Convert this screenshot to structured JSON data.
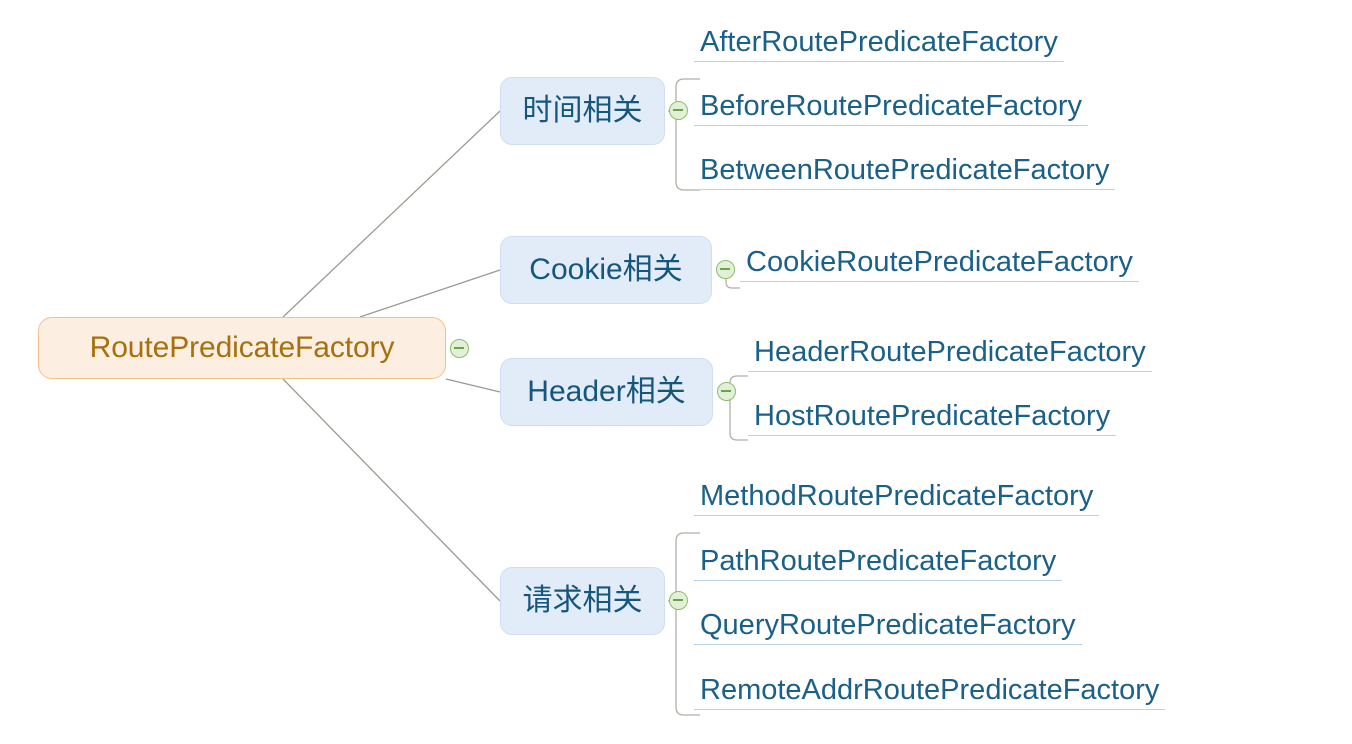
{
  "diagram": {
    "type": "mindmap",
    "title": "RoutePredicateFactory",
    "orientation": "left-to-right",
    "colors": {
      "root_fill": "#fceee0",
      "root_border": "#f0c28a",
      "root_text": "#a5700d",
      "branch_fill": "#e2ecf8",
      "branch_border": "#cfdff1",
      "branch_text": "#15567c",
      "leaf_text": "#1a6089",
      "leaf_underline": "#b9d3e6",
      "connector_line": "#9a9a93",
      "toggle_fill": "#e3f0d8",
      "toggle_border": "#8bbd6b",
      "background": "#ffffff"
    },
    "root": {
      "label": "RoutePredicateFactory",
      "toggle_state": "expanded",
      "toggle_icon": "collapse-minus-icon"
    },
    "branches": [
      {
        "id": "time",
        "label": "时间相关",
        "toggle_icon": "collapse-minus-icon",
        "leaves": [
          {
            "label": "AfterRoutePredicateFactory"
          },
          {
            "label": "BeforeRoutePredicateFactory"
          },
          {
            "label": "BetweenRoutePredicateFactory"
          }
        ]
      },
      {
        "id": "cookie",
        "label": "Cookie相关",
        "toggle_icon": "collapse-minus-icon",
        "leaves": [
          {
            "label": "CookieRoutePredicateFactory"
          }
        ]
      },
      {
        "id": "header",
        "label": "Header相关",
        "toggle_icon": "collapse-minus-icon",
        "leaves": [
          {
            "label": "HeaderRoutePredicateFactory"
          },
          {
            "label": "HostRoutePredicateFactory"
          }
        ]
      },
      {
        "id": "request",
        "label": "请求相关",
        "toggle_icon": "collapse-minus-icon",
        "leaves": [
          {
            "label": "MethodRoutePredicateFactory"
          },
          {
            "label": "PathRoutePredicateFactory"
          },
          {
            "label": "QueryRoutePredicateFactory"
          },
          {
            "label": "RemoteAddrRoutePredicateFactory"
          }
        ]
      }
    ]
  }
}
